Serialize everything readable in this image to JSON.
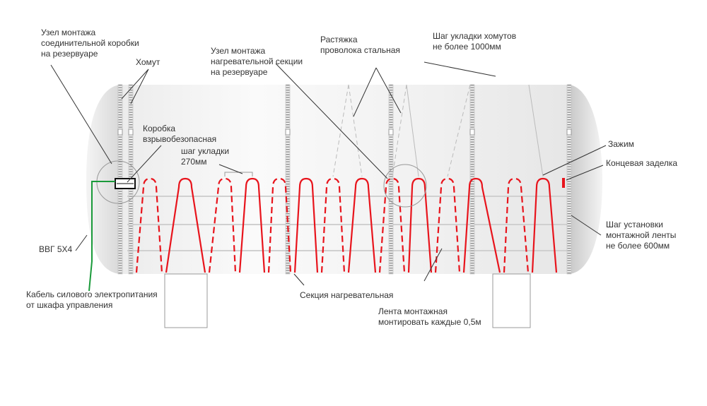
{
  "labels": {
    "junction_box_node": [
      "Узел монтажа",
      "соединительной коробки",
      "на резервуаре"
    ],
    "clamp": [
      "Хомут"
    ],
    "heating_node": [
      "Узел монтажа",
      "нагревательной секции",
      "на резервуаре"
    ],
    "wire_stretch": [
      "Растяжка",
      "проволока стальная"
    ],
    "clamp_pitch": [
      "Шаг укладки хомутов",
      "не более 1000мм"
    ],
    "explosion_box": [
      "Коробка",
      "взрывобезопасная"
    ],
    "lay_pitch": [
      "шаг укладки",
      "270мм"
    ],
    "clip": [
      "Зажим"
    ],
    "end_seal": [
      "Концевая заделка"
    ],
    "tape_pitch": [
      "Шаг установки",
      "монтажной ленты",
      "не более 600мм"
    ],
    "cable_type": [
      "ВВГ 5Х4"
    ],
    "power_cable": [
      "Кабель силового электропитания",
      "от шкафа управления"
    ],
    "heating_section": [
      "Секция нагревательная"
    ],
    "mount_tape": [
      "Лента монтажная",
      "монтировать каждые 0,5м"
    ]
  },
  "loops": [
    "dashed",
    "solid",
    "dashed",
    "solid",
    "dashed",
    "solid",
    "dashed",
    "solid",
    "dashed",
    "solid",
    "dashed",
    "solid",
    "dashed",
    "solid"
  ],
  "colors": {
    "heater": "#e8141c",
    "cable": "#1a9a3a",
    "leader": "#333333"
  }
}
